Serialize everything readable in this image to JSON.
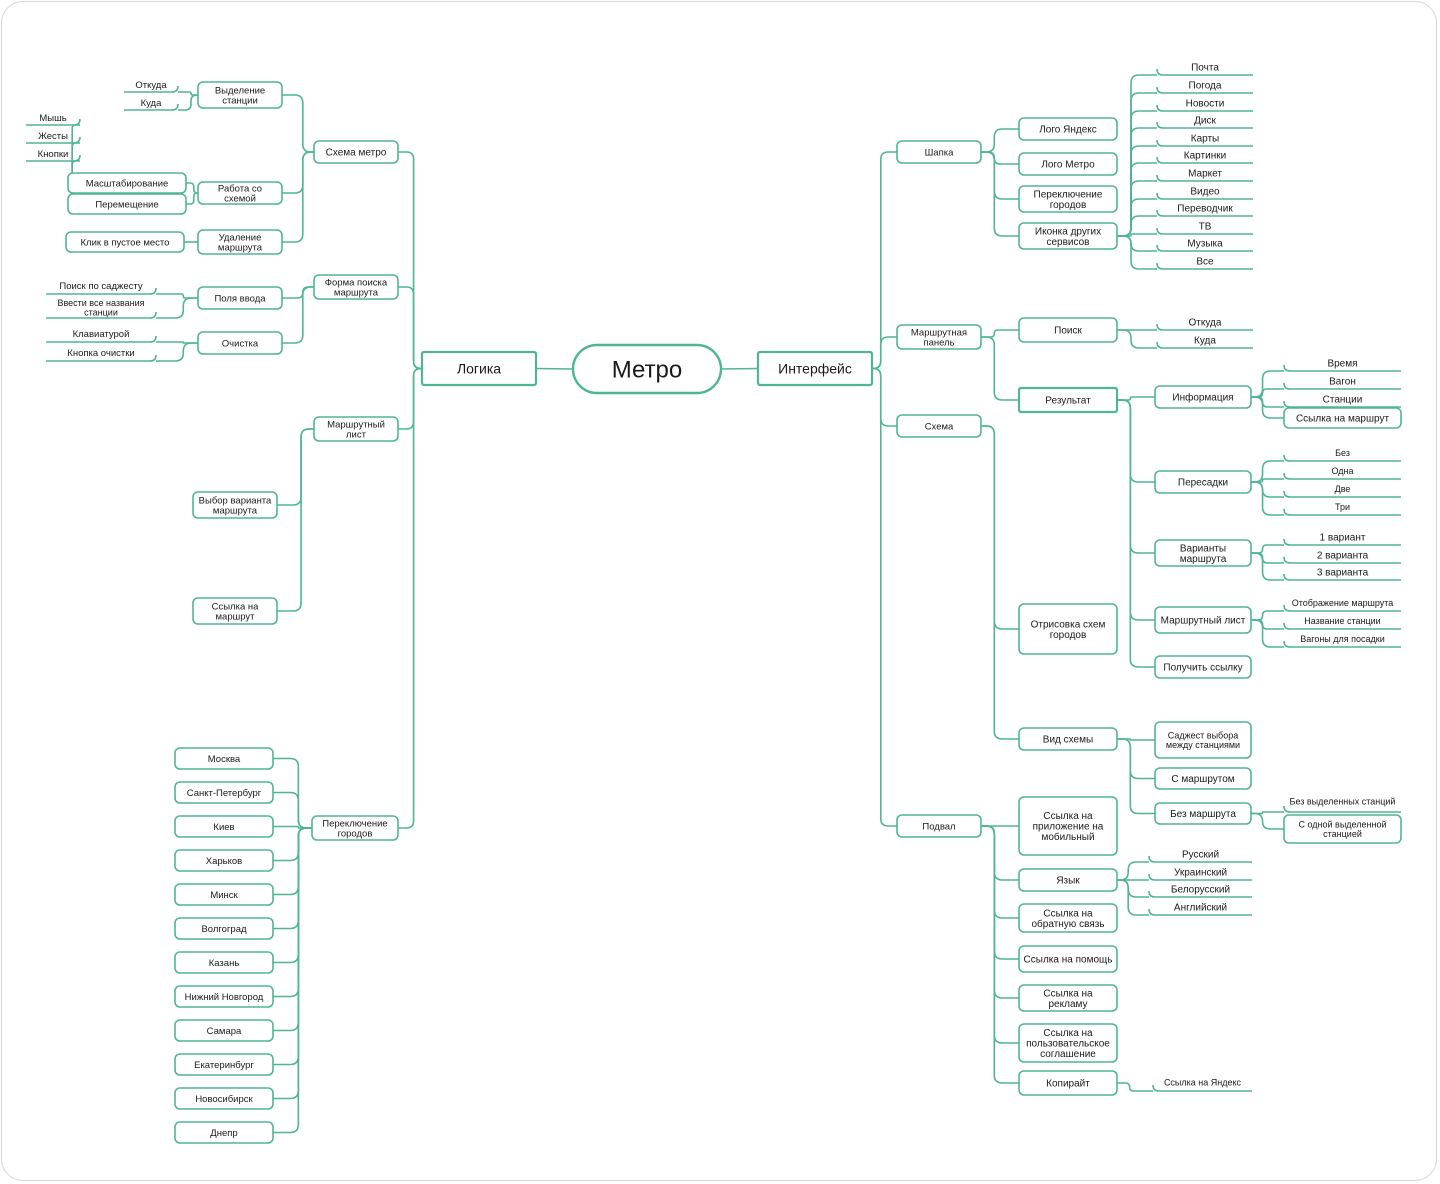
{
  "accent_color": "#4fb596",
  "nodes": {
    "root": "Метро",
    "logic": "Логика",
    "iface": "Интерфейс",
    "schema_metro": "Схема метро",
    "station_select": "Выделение станции",
    "otkuda_l": "Откуда",
    "kuda_l": "Куда",
    "work_schema": "Работа со схемой",
    "scale": "Масштабирование",
    "move": "Перемещение",
    "mouse": "Мышь",
    "gestures": "Жесты",
    "buttons": "Кнопки",
    "route_delete": "Удаление маршрута",
    "click_empty": "Клик в пустое место",
    "search_form": "Форма поиска маршрута",
    "input_fields": "Поля ввода",
    "suggest_search": "Поиск по саджесту",
    "enter_all": "Ввести все названия станции",
    "clear": "Очистка",
    "keyboard": "Клавиатурой",
    "clear_button": "Кнопка очистки",
    "route_sheet_l": "Маршрутный лист",
    "choose_variant": "Выбор варианта маршрута",
    "route_link_l": "Ссылка на маршрут",
    "city_switch": "Переключение городов",
    "moscow": "Москва",
    "spb": "Санкт-Петербург",
    "kiev": "Киев",
    "kharkov": "Харьков",
    "minsk": "Минск",
    "volgograd": "Волгоград",
    "kazan": "Казань",
    "nnovgorod": "Нижний Новгород",
    "samara": "Самара",
    "ekb": "Екатеринбург",
    "novosib": "Новосибирск",
    "dnepr": "Днепр",
    "header": "Шапка",
    "logo_yandex": "Лого Яндекс",
    "logo_metro": "Лого Метро",
    "switch_cities": "Переключение городов",
    "other_services": "Иконка других сервисов",
    "svc_mail": "Почта",
    "svc_weather": "Погода",
    "svc_news": "Новости",
    "svc_disk": "Диск",
    "svc_maps": "Карты",
    "svc_images": "Картинки",
    "svc_market": "Маркет",
    "svc_video": "Видео",
    "svc_translate": "Переводчик",
    "svc_tv": "ТВ",
    "svc_music": "Музыка",
    "svc_all": "Все",
    "route_panel": "Маршрутная панель",
    "search": "Поиск",
    "otkuda_r": "Откуда",
    "kuda_r": "Куда",
    "result": "Результат",
    "info": "Информация",
    "time": "Время",
    "wagon": "Вагон",
    "stations": "Станции",
    "route_link_r": "Ссылка на маршрут",
    "transfers": "Пересадки",
    "tr_none": "Без",
    "tr_one": "Одна",
    "tr_two": "Две",
    "tr_three": "Три",
    "variants": "Варианты маршрута",
    "v1": "1 вариант",
    "v2": "2 варианта",
    "v3": "3 варианта",
    "route_sheet_r": "Маршрутный лист",
    "show_route": "Отображение маршрута",
    "station_name": "Название станции",
    "boarding_wagons": "Вагоны для посадки",
    "get_link": "Получить ссылку",
    "scheme": "Схема",
    "render_schemes": "Отрисовка схем городов",
    "scheme_view": "Вид схемы",
    "suggest_between": "Саджест выбора между станциями",
    "with_route": "С маршрутом",
    "without_route": "Без маршрута",
    "no_selected": "Без выделенных станций",
    "one_selected": "С одной выделенной станцией",
    "footer": "Подвал",
    "mobile_link": "Ссылка на приложение на мобильный",
    "language": "Язык",
    "lang_ru": "Русский",
    "lang_ua": "Украинский",
    "lang_by": "Белорусский",
    "lang_en": "Английский",
    "feedback": "Ссылка на обратную связь",
    "help": "Ссылка на помощь",
    "ads": "Ссылка на рекламу",
    "agreement": "Ссылка на пользовательское соглашение",
    "copyright": "Копирайт",
    "yandex_link": "Ссылка на Яндекс"
  }
}
